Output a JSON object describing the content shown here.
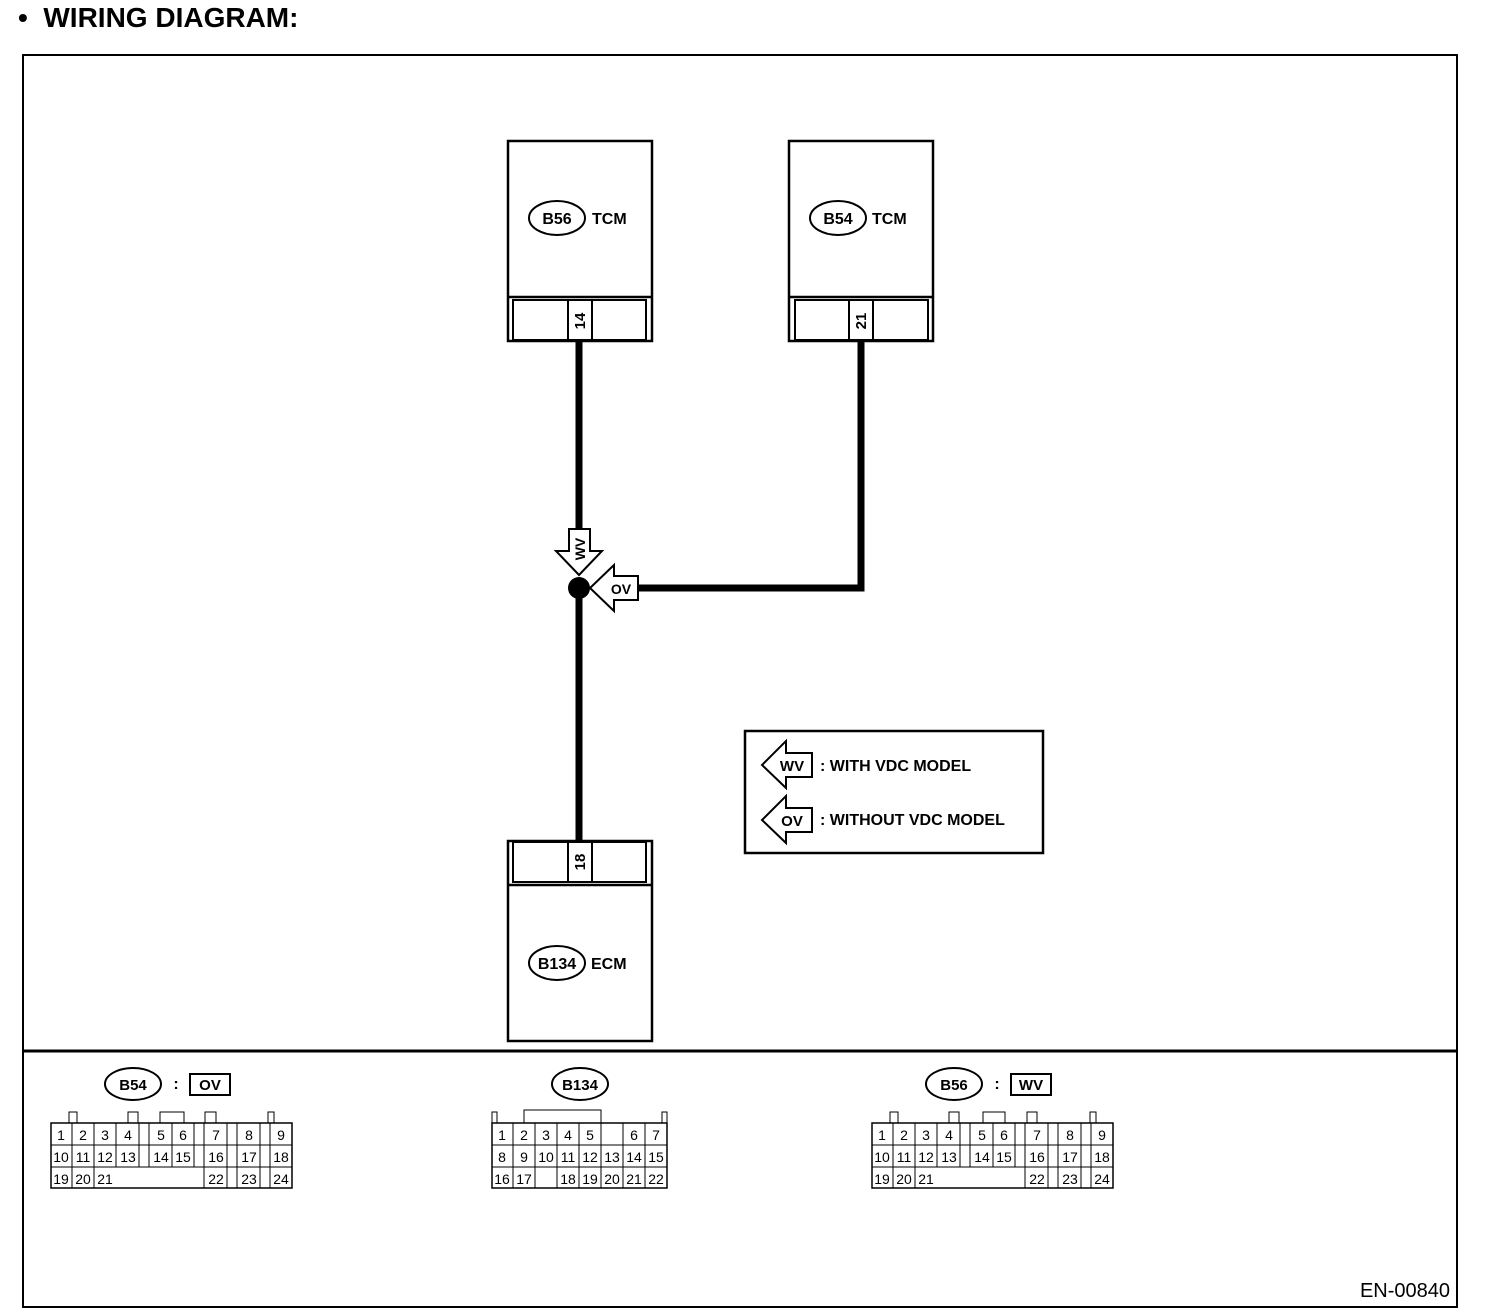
{
  "heading": "WIRING DIAGRAM:",
  "diagram_code": "EN-00840",
  "units": {
    "b56_tcm": {
      "connector": "B56",
      "name": "TCM",
      "pin": "14"
    },
    "b54_tcm": {
      "connector": "B54",
      "name": "TCM",
      "pin": "21"
    },
    "b134_ecm": {
      "connector": "B134",
      "name": "ECM",
      "pin": "18"
    }
  },
  "junction_markers": {
    "wv": "WV",
    "ov": "OV"
  },
  "legend": [
    {
      "code": "WV",
      "text": ": WITH VDC MODEL"
    },
    {
      "code": "OV",
      "text": ": WITHOUT VDC MODEL"
    }
  ],
  "connector_views": {
    "b54": {
      "id": "B54",
      "separator": ":",
      "variant": "OV",
      "rows": [
        [
          "1",
          "2",
          "3",
          "4",
          "5",
          "6",
          "7",
          "8",
          "9"
        ],
        [
          "10",
          "11",
          "12",
          "13",
          "14",
          "15",
          "16",
          "17",
          "18"
        ],
        [
          "19",
          "20",
          "21",
          "22",
          "23",
          "24"
        ]
      ]
    },
    "b134": {
      "id": "B134",
      "rows": [
        [
          "1",
          "2",
          "3",
          "4",
          "5",
          "6",
          "7"
        ],
        [
          "8",
          "9",
          "10",
          "11",
          "12",
          "13",
          "14",
          "15"
        ],
        [
          "16",
          "17",
          "18",
          "19",
          "20",
          "21",
          "22"
        ]
      ]
    },
    "b56": {
      "id": "B56",
      "separator": ":",
      "variant": "WV",
      "rows": [
        [
          "1",
          "2",
          "3",
          "4",
          "5",
          "6",
          "7",
          "8",
          "9"
        ],
        [
          "10",
          "11",
          "12",
          "13",
          "14",
          "15",
          "16",
          "17",
          "18"
        ],
        [
          "19",
          "20",
          "21",
          "22",
          "23",
          "24"
        ]
      ]
    }
  }
}
